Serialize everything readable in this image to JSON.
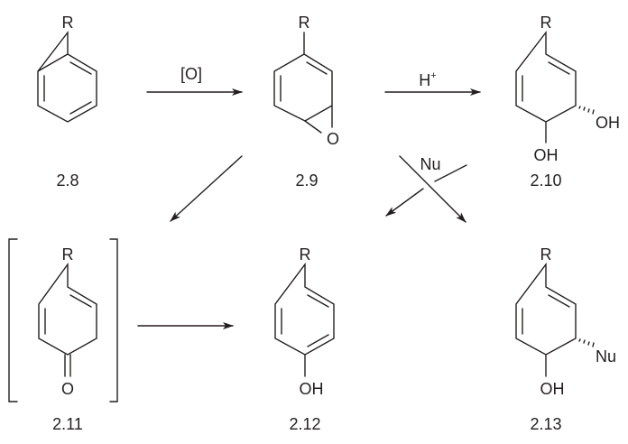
{
  "compounds": [
    {
      "id": "2.8",
      "substituent": "R"
    },
    {
      "id": "2.9",
      "substituent": "R",
      "atom": "O"
    },
    {
      "id": "2.10",
      "substituent": "R",
      "groups": [
        "OH",
        "OH"
      ]
    },
    {
      "id": "2.11",
      "substituent": "R",
      "atom": "O"
    },
    {
      "id": "2.12",
      "substituent": "R",
      "groups": [
        "OH"
      ]
    },
    {
      "id": "2.13",
      "substituent": "R",
      "groups": [
        "Nu",
        "OH"
      ]
    }
  ],
  "reagents": {
    "oxidation": "[O]",
    "acid": "H",
    "acid_charge": "+",
    "nucleophile": "Nu"
  },
  "colors": {
    "ink": "#231f20",
    "background": "#ffffff"
  }
}
